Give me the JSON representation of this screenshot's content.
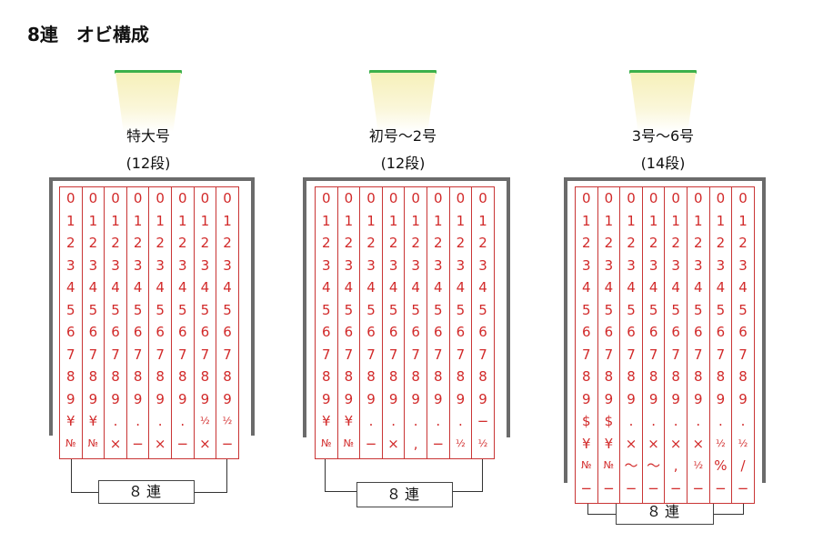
{
  "title": "8連　オビ構成",
  "units": [
    {
      "size": "特大号",
      "rows": "(12段)",
      "badge": "８連",
      "bands": [
        [
          "0",
          "1",
          "2",
          "3",
          "4",
          "5",
          "6",
          "7",
          "8",
          "9",
          "¥",
          "№"
        ],
        [
          "0",
          "1",
          "2",
          "3",
          "4",
          "5",
          "6",
          "7",
          "8",
          "9",
          "¥",
          "№"
        ],
        [
          "0",
          "1",
          "2",
          "3",
          "4",
          "5",
          "6",
          "7",
          "8",
          "9",
          ".",
          "×"
        ],
        [
          "0",
          "1",
          "2",
          "3",
          "4",
          "5",
          "6",
          "7",
          "8",
          "9",
          ".",
          "−"
        ],
        [
          "0",
          "1",
          "2",
          "3",
          "4",
          "5",
          "6",
          "7",
          "8",
          "9",
          ".",
          "×"
        ],
        [
          "0",
          "1",
          "2",
          "3",
          "4",
          "5",
          "6",
          "7",
          "8",
          "9",
          ".",
          "−"
        ],
        [
          "0",
          "1",
          "2",
          "3",
          "4",
          "5",
          "6",
          "7",
          "8",
          "9",
          "½",
          "×"
        ],
        [
          "0",
          "1",
          "2",
          "3",
          "4",
          "5",
          "6",
          "7",
          "8",
          "9",
          "½",
          "−"
        ]
      ]
    },
    {
      "size": "初号〜2号",
      "rows": "(12段)",
      "badge": "８連",
      "bands": [
        [
          "0",
          "1",
          "2",
          "3",
          "4",
          "5",
          "6",
          "7",
          "8",
          "9",
          "¥",
          "№"
        ],
        [
          "0",
          "1",
          "2",
          "3",
          "4",
          "5",
          "6",
          "7",
          "8",
          "9",
          "¥",
          "№"
        ],
        [
          "0",
          "1",
          "2",
          "3",
          "4",
          "5",
          "6",
          "7",
          "8",
          "9",
          ".",
          "−"
        ],
        [
          "0",
          "1",
          "2",
          "3",
          "4",
          "5",
          "6",
          "7",
          "8",
          "9",
          ".",
          "×"
        ],
        [
          "0",
          "1",
          "2",
          "3",
          "4",
          "5",
          "6",
          "7",
          "8",
          "9",
          ".",
          ","
        ],
        [
          "0",
          "1",
          "2",
          "3",
          "4",
          "5",
          "6",
          "7",
          "8",
          "9",
          ".",
          "−"
        ],
        [
          "0",
          "1",
          "2",
          "3",
          "4",
          "5",
          "6",
          "7",
          "8",
          "9",
          ".",
          "½"
        ],
        [
          "0",
          "1",
          "2",
          "3",
          "4",
          "5",
          "6",
          "7",
          "8",
          "9",
          "−",
          "½"
        ]
      ]
    },
    {
      "size": "3号〜6号",
      "rows": "(14段)",
      "badge": "８連",
      "bands": [
        [
          "0",
          "1",
          "2",
          "3",
          "4",
          "5",
          "6",
          "7",
          "8",
          "9",
          "$",
          "¥",
          "№",
          "−"
        ],
        [
          "0",
          "1",
          "2",
          "3",
          "4",
          "5",
          "6",
          "7",
          "8",
          "9",
          "$",
          "¥",
          "№",
          "−"
        ],
        [
          "0",
          "1",
          "2",
          "3",
          "4",
          "5",
          "6",
          "7",
          "8",
          "9",
          ".",
          "×",
          "〜",
          "−"
        ],
        [
          "0",
          "1",
          "2",
          "3",
          "4",
          "5",
          "6",
          "7",
          "8",
          "9",
          ".",
          "×",
          "〜",
          "−"
        ],
        [
          "0",
          "1",
          "2",
          "3",
          "4",
          "5",
          "6",
          "7",
          "8",
          "9",
          ".",
          "×",
          ",",
          "−"
        ],
        [
          "0",
          "1",
          "2",
          "3",
          "4",
          "5",
          "6",
          "7",
          "8",
          "9",
          ".",
          "×",
          "½",
          "−"
        ],
        [
          "0",
          "1",
          "2",
          "3",
          "4",
          "5",
          "6",
          "7",
          "8",
          "9",
          ".",
          "½",
          "%",
          "−"
        ],
        [
          "0",
          "1",
          "2",
          "3",
          "4",
          "5",
          "6",
          "7",
          "8",
          "9",
          ".",
          "½",
          "/",
          "−"
        ]
      ]
    }
  ]
}
